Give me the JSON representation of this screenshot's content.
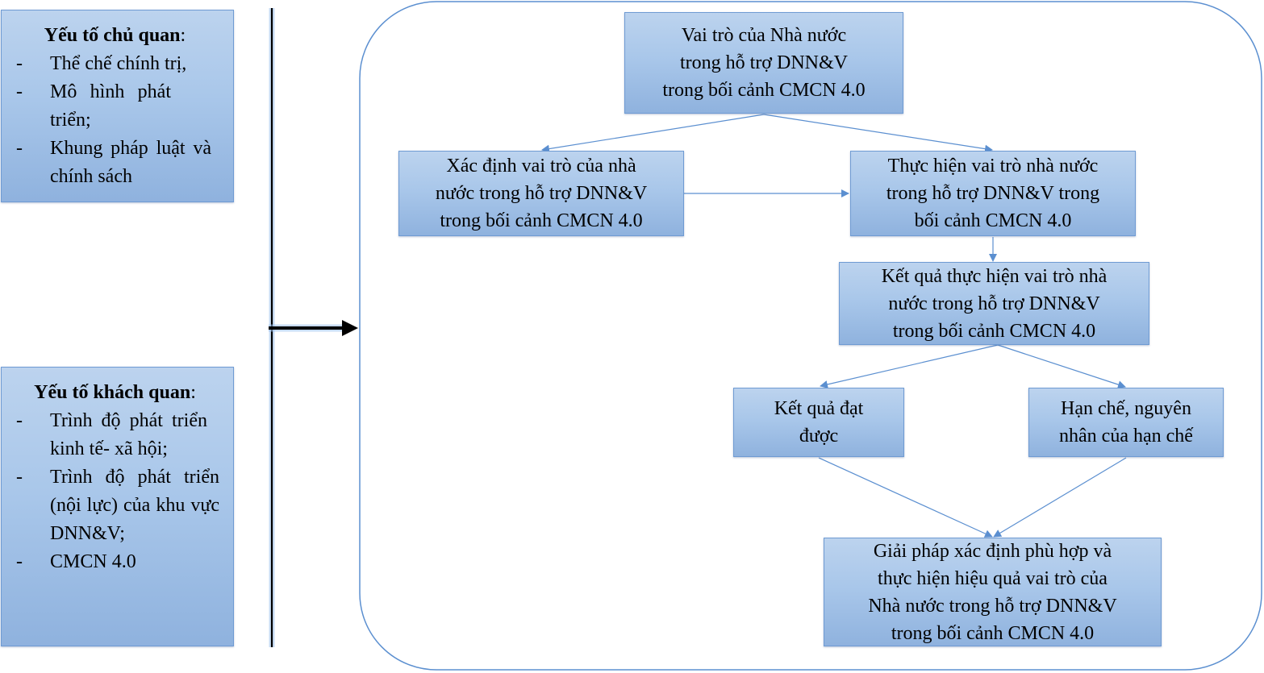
{
  "left_panels": {
    "subjective": {
      "title": "Yếu tố chủ quan",
      "colon": ":",
      "items": [
        "Thể chế chính trị,",
        "Mô hình phát triển;",
        "Khung pháp luật và chính sách"
      ]
    },
    "objective": {
      "title": "Yếu tố khách quan",
      "colon": ":",
      "items": [
        "Trình độ phát triển kinh tế- xã hội;",
        "Trình độ phát triển (nội lực) của khu vực DNN&V;",
        "CMCN 4.0"
      ]
    },
    "dash": "-"
  },
  "flow": {
    "role_state": [
      "Vai trò của Nhà nước",
      "trong hỗ trợ DNN&V",
      "trong bối cảnh CMCN 4.0"
    ],
    "determine_role": [
      "Xác định vai trò của nhà",
      "nước trong hỗ trợ DNN&V",
      "trong bối cảnh CMCN 4.0"
    ],
    "implement_role": [
      "Thực hiện vai trò nhà nước",
      "trong hỗ trợ DNN&V trong",
      "bối cảnh CMCN 4.0"
    ],
    "implementation_result": [
      "Kết quả thực hiện vai trò nhà",
      "nước trong hỗ trợ DNN&V",
      "trong bối cảnh CMCN 4.0"
    ],
    "achieved_results": [
      "Kết quả đạt",
      "được"
    ],
    "limitations": [
      "Hạn chế, nguyên",
      "nhân của hạn chế"
    ],
    "solutions": [
      "Giải pháp xác định phù hợp và",
      "thực hiện hiệu quả vai trò của",
      "Nhà nước trong hỗ trợ DNN&V",
      "trong bối cảnh CMCN 4.0"
    ]
  },
  "colors": {
    "box_border": "#6f9bd3",
    "arrow": "#5b8fd0",
    "container_border": "#5b8fd0",
    "divider": "#000000"
  }
}
